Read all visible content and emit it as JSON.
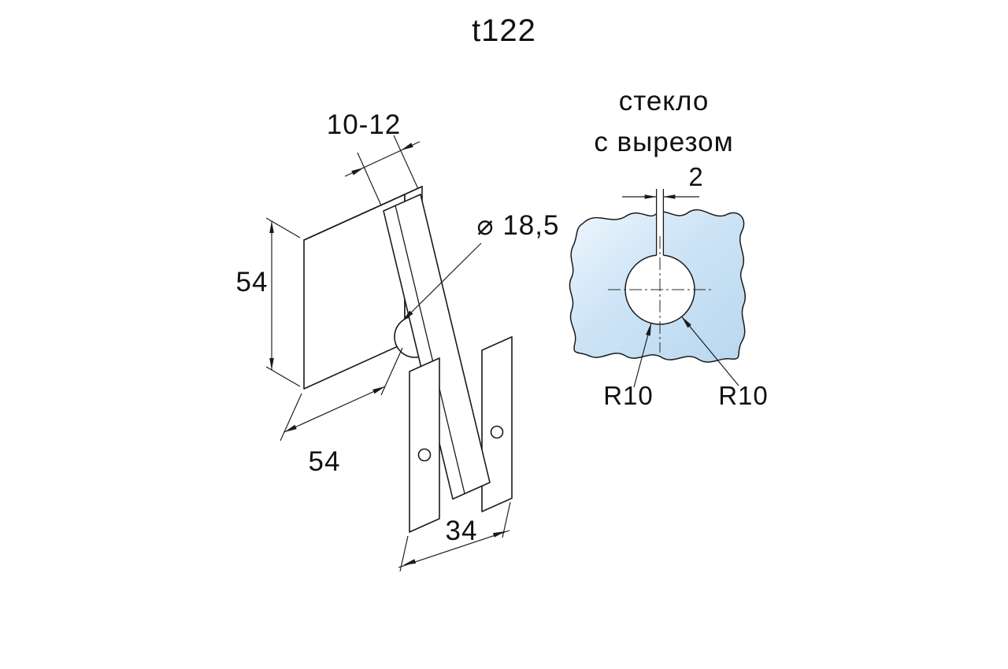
{
  "title": "t122",
  "isometric_view": {
    "glass_thickness_label": "10-12",
    "height_label": "54",
    "width_label": "54",
    "depth_label": "34",
    "hole_diameter_label": "⌀ 18,5"
  },
  "detail_view": {
    "heading_line1": "стекло",
    "heading_line2": "с вырезом",
    "slot_width_label": "2",
    "radius_label_left": "R10",
    "radius_label_right": "R10"
  },
  "colors": {
    "line": "#1a1a1a",
    "glass_blue": "#c9e1f6",
    "glass_blue_light": "#eef6fd"
  }
}
